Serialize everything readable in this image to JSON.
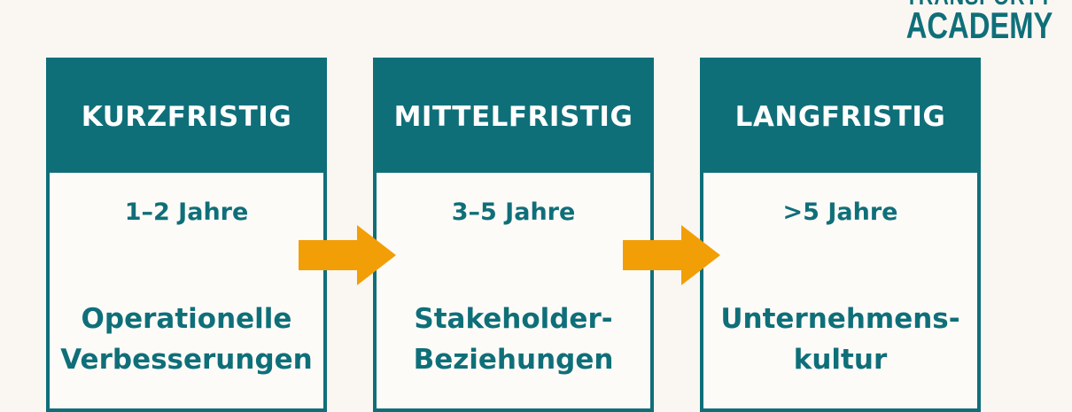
{
  "logo": {
    "line1": "TRANSPORTY",
    "line2": "ACADEMY"
  },
  "colors": {
    "teal": "#0f6f79",
    "arrow": "#f29e07",
    "background": "#faf7f3"
  },
  "stages": [
    {
      "title": "KURZFRISTIG",
      "duration": "1–2 Jahre",
      "topic_line1": "Operationelle",
      "topic_line2": "Verbesserungen"
    },
    {
      "title": "MITTELFRISTIG",
      "duration": "3–5 Jahre",
      "topic_line1": "Stakeholder-",
      "topic_line2": "Beziehungen"
    },
    {
      "title": "LANGFRISTIG",
      "duration": ">5 Jahre",
      "topic_line1": "Unternehmens-",
      "topic_line2": "kultur"
    }
  ]
}
